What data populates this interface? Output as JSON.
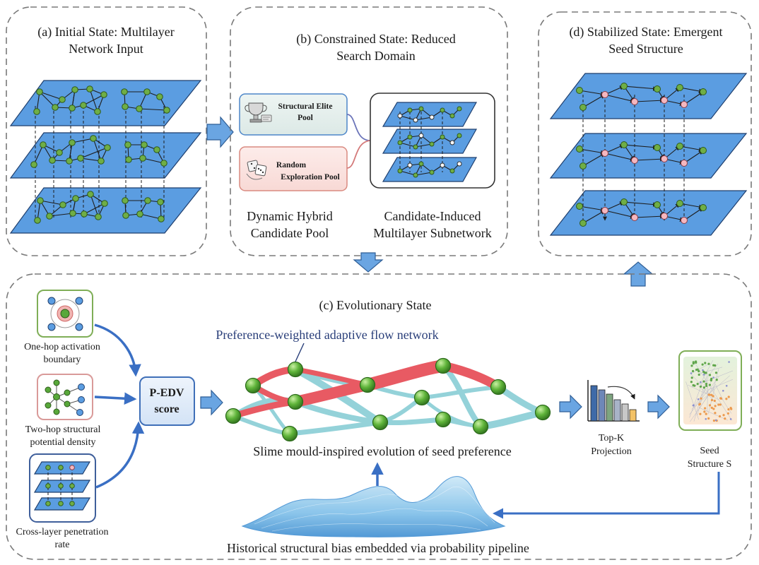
{
  "panels": {
    "a_title_1": "(a) Initial State: Multilayer",
    "a_title_2": "Network Input",
    "b_title_1": "(b) Constrained State: Reduced",
    "b_title_2": "Search Domain",
    "c_title": "(c) Evolutionary State",
    "d_title_1": "(d) Stabilized State: Emergent",
    "d_title_2": "Seed Structure"
  },
  "pools": {
    "elite_1": "Structural Elite",
    "elite_2": "Pool",
    "random_1": "Random",
    "random_2": "Exploration Pool",
    "hybrid_1": "Dynamic Hybrid",
    "hybrid_2": "Candidate Pool",
    "subnet_1": "Candidate-Induced",
    "subnet_2": "Multilayer Subnetwork"
  },
  "evolution": {
    "onehop_1": "One-hop activation",
    "onehop_2": "boundary",
    "twohop_1": "Two-hop structural",
    "twohop_2": "potential density",
    "cross_1": "Cross-layer penetration",
    "cross_2": "rate",
    "pedv_1": "P-EDV",
    "pedv_2": "score",
    "flow_label": "Preference-weighted adaptive flow network",
    "slime_caption": "Slime mould-inspired evolution of seed preference",
    "topk_1": "Top-K",
    "topk_2": "Projection",
    "seed_1": "Seed",
    "seed_2": "Structure S",
    "historical": "Historical structural bias embedded via probability pipeline"
  },
  "colors": {
    "layer": "#5b9de1",
    "node_green": "#6fae46",
    "node_pink": "#f5b8c0",
    "flow_red": "#e85a63",
    "flow_cyan": "#8fd0d8",
    "arrow_blue": "#6aa5e2"
  }
}
